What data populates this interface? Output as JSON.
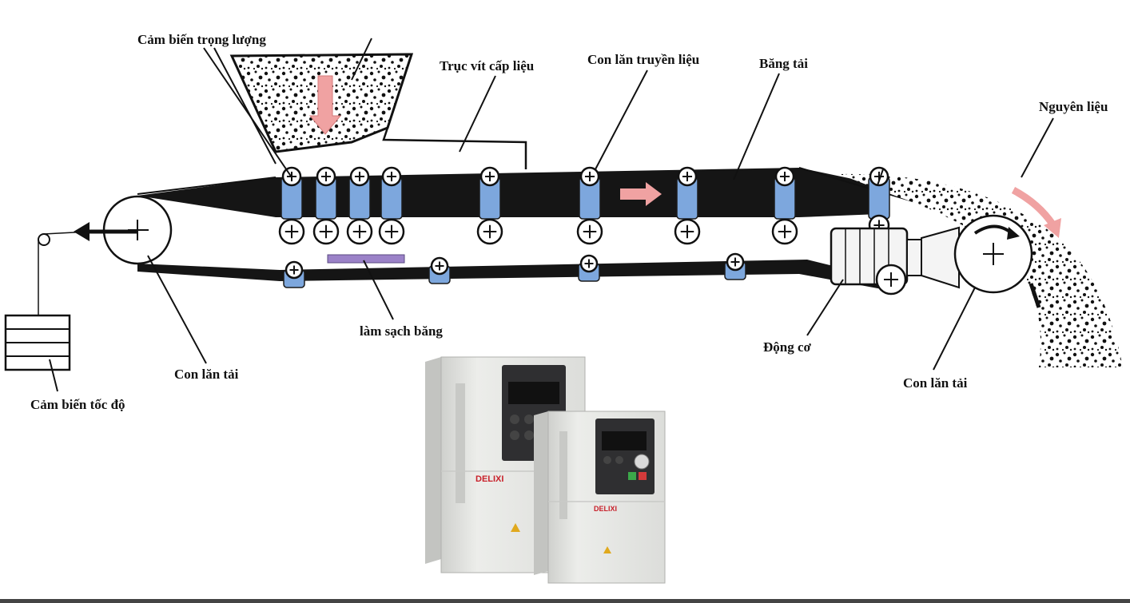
{
  "labels": {
    "weight_sensor": "Cảm biến trọng lượng",
    "feed_screw": "Trục vít cấp liệu",
    "transfer_roller": "Con lăn truyền liệu",
    "conveyor_belt": "Băng tải",
    "raw_material": "Nguyên liệu",
    "load_roller_left": "Con lăn tải",
    "belt_cleaning": "làm sạch băng",
    "motor": "Động cơ",
    "load_roller_right": "Con lăn tải",
    "speed_sensor": "Cảm biến tốc độ"
  },
  "vfd": {
    "brand_large": "DELIXI",
    "brand_small": "DELIXI"
  },
  "colors": {
    "belt": "#151515",
    "roller_blue": "#7da7dd",
    "arrow_pink": "#f0a2a2",
    "cleaner_purple": "#9b82c8",
    "vfd_body": "#e4e5e2",
    "vfd_brand": "#c8202a"
  }
}
